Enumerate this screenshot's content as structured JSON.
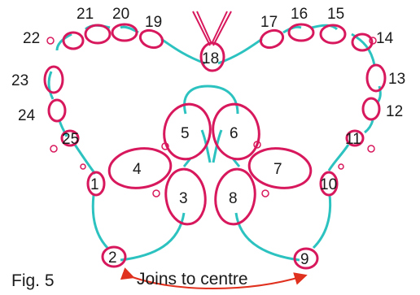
{
  "figure": {
    "caption": "Fig. 5",
    "annotation": "Joins to centre"
  },
  "ring_labels": {
    "r1": "1",
    "r2": "2",
    "r3": "3",
    "r4": "4",
    "r5": "5",
    "r6": "6",
    "r7": "7",
    "r8": "8",
    "r9": "9",
    "r10": "10",
    "r11": "11",
    "r12": "12",
    "r13": "13",
    "r14": "14",
    "r15": "15",
    "r16": "16",
    "r17": "17",
    "r18": "18",
    "r19": "19",
    "r20": "20",
    "r21": "21",
    "r22": "22",
    "r23": "23",
    "r24": "24",
    "r25": "25"
  },
  "colors": {
    "ring": "#d8185c",
    "chain": "#2cc2c0",
    "arrow": "#e0301e",
    "text": "#1a1a1a"
  }
}
